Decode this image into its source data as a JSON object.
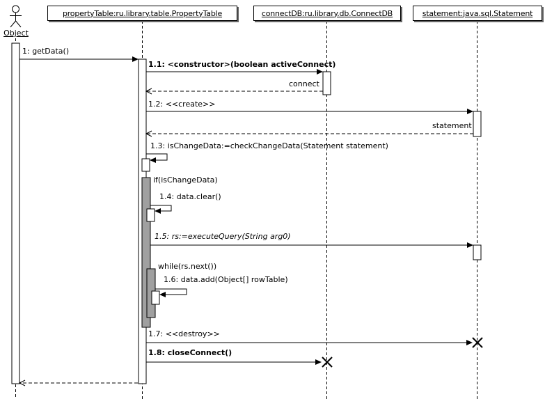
{
  "actor": {
    "label": "Object"
  },
  "lifelines": [
    {
      "label": "propertyTable:ru.library.table.PropertyTable"
    },
    {
      "label": "connectDB:ru.library.db.ConnectDB"
    },
    {
      "label": "statement:java.sql.Statement"
    }
  ],
  "messages": {
    "m1": "1: getData()",
    "m1_1": "1.1: <constructor>(boolean activeConnect)",
    "connect_return": "connect",
    "m1_2": "1.2: <<create>>",
    "statement_return": "statement",
    "m1_3": "1.3: isChangeData:=checkChangeData(Statement statement)",
    "if_guard": "if(isChangeData)",
    "m1_4": "1.4: data.clear()",
    "m1_5": "1.5: rs:=executeQuery(String arg0)",
    "while_guard": "while(rs.next())",
    "m1_6": "1.6: data.add(Object[] rowTable)",
    "m1_7": "1.7: <<destroy>>",
    "m1_8": "1.8: closeConnect()"
  },
  "colors": {
    "background": "#ffffff",
    "line": "#000000",
    "activation_fill": "#ffffff",
    "fragment_fill": "#a0a0a0"
  }
}
